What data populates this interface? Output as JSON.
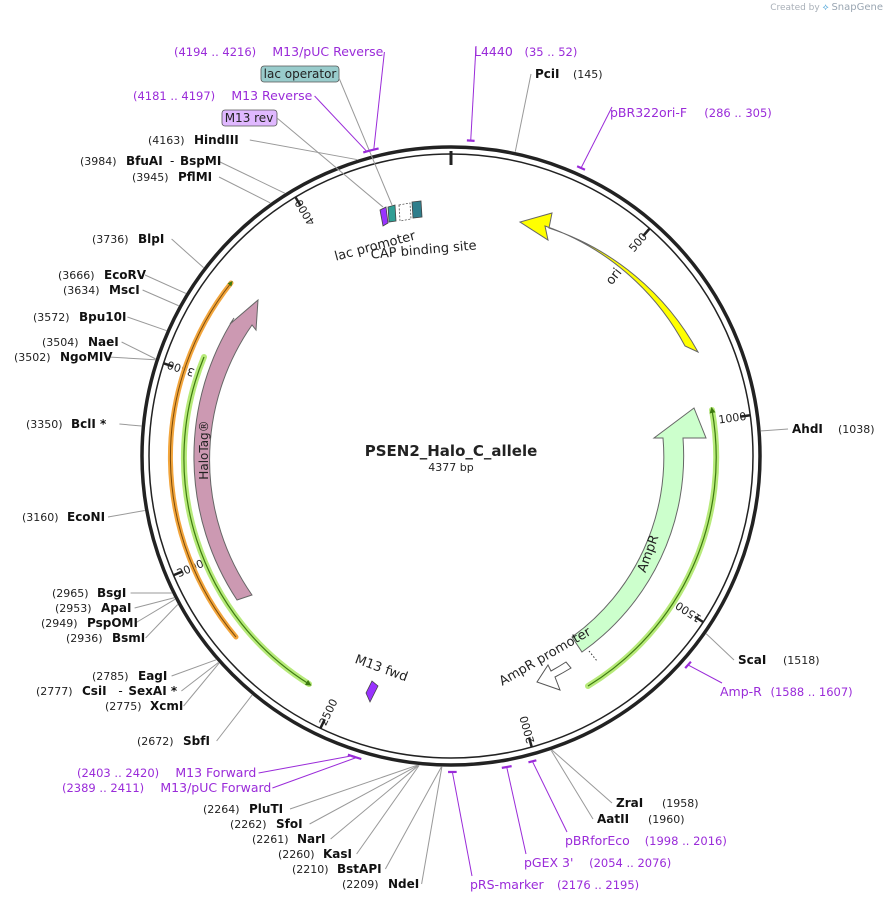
{
  "credit": {
    "prefix": "Created by",
    "brand": "SnapGene"
  },
  "map": {
    "name": "PSEN2_Halo_C_allele",
    "length": "4377 bp"
  },
  "ticks": [
    {
      "label": "500",
      "pos": 500
    },
    {
      "label": "1000",
      "pos": 1000
    },
    {
      "label": "1500",
      "pos": 1500
    },
    {
      "label": "2000",
      "pos": 2000
    },
    {
      "label": "2500",
      "pos": 2500
    },
    {
      "label": "3000",
      "pos": 3000
    },
    {
      "label": "3500",
      "pos": 3500
    },
    {
      "label": "4000",
      "pos": 4000
    }
  ],
  "enzymes": [
    {
      "name": "PciI",
      "num": "(145)",
      "pos": 145
    },
    {
      "name": "AhdI",
      "num": "(1038)",
      "pos": 1038
    },
    {
      "name": "ScaI",
      "num": "(1518)",
      "pos": 1518
    },
    {
      "name": "ZraI",
      "num": "(1958)",
      "pos": 1958
    },
    {
      "name": "AatII",
      "num": "(1960)",
      "pos": 1960
    },
    {
      "name": "NdeI",
      "num": "(2209)",
      "pos": 2209
    },
    {
      "name": "BstAPI",
      "num": "(2210)",
      "pos": 2210
    },
    {
      "name": "KasI",
      "num": "(2260)",
      "pos": 2260
    },
    {
      "name": "NarI",
      "num": "(2261)",
      "pos": 2261
    },
    {
      "name": "SfoI",
      "num": "(2262)",
      "pos": 2262
    },
    {
      "name": "PluTI",
      "num": "(2264)",
      "pos": 2264
    },
    {
      "name": "SbfI",
      "num": "(2672)",
      "pos": 2672
    },
    {
      "name": "XcmI",
      "num": "(2775)",
      "pos": 2775
    },
    {
      "name": "CsiI",
      "alt": "SexAI *",
      "num": "(2777)",
      "pos": 2777
    },
    {
      "name": "EagI",
      "num": "(2785)",
      "pos": 2785
    },
    {
      "name": "BsmI",
      "num": "(2936)",
      "pos": 2936
    },
    {
      "name": "PspOMI",
      "num": "(2949)",
      "pos": 2949
    },
    {
      "name": "ApaI",
      "num": "(2953)",
      "pos": 2953
    },
    {
      "name": "BsgI",
      "num": "(2965)",
      "pos": 2965
    },
    {
      "name": "EcoNI",
      "num": "(3160)",
      "pos": 3160
    },
    {
      "name": "BclI *",
      "num": "(3350)",
      "pos": 3350
    },
    {
      "name": "NgoMIV",
      "num": "(3502)",
      "pos": 3502
    },
    {
      "name": "NaeI",
      "num": "(3504)",
      "pos": 3504
    },
    {
      "name": "Bpu10I",
      "num": "(3572)",
      "pos": 3572
    },
    {
      "name": "MscI",
      "num": "(3634)",
      "pos": 3634
    },
    {
      "name": "EcoRV",
      "num": "(3666)",
      "pos": 3666
    },
    {
      "name": "BlpI",
      "num": "(3736)",
      "pos": 3736
    },
    {
      "name": "PflMI",
      "num": "(3945)",
      "pos": 3945
    },
    {
      "name": "BfuAI",
      "alt": "BspMI",
      "num": "(3984)",
      "pos": 3984
    },
    {
      "name": "HindIII",
      "num": "(4163)",
      "pos": 4163
    }
  ],
  "primers": [
    {
      "name": "L4440",
      "range": "(35 .. 52)",
      "start": 35,
      "end": 52
    },
    {
      "name": "pBR322ori-F",
      "range": "(286 .. 305)",
      "start": 286,
      "end": 305
    },
    {
      "name": "Amp-R",
      "range": "(1588 .. 1607)",
      "start": 1588,
      "end": 1607
    },
    {
      "name": "pBRforEco",
      "range": "(1998 .. 2016)",
      "start": 1998,
      "end": 2016
    },
    {
      "name": "pGEX 3'",
      "range": "(2054 .. 2076)",
      "start": 2054,
      "end": 2076
    },
    {
      "name": "pRS-marker",
      "range": "(2176 .. 2195)",
      "start": 2176,
      "end": 2195
    },
    {
      "name": "M13/pUC Forward",
      "range": "(2389 .. 2411)",
      "start": 2389,
      "end": 2411
    },
    {
      "name": "M13 Forward",
      "range": "(2403 .. 2420)",
      "start": 2403,
      "end": 2420
    },
    {
      "name": "M13 Reverse",
      "range": "(4181 .. 4197)",
      "start": 4181,
      "end": 4197
    },
    {
      "name": "M13/pUC Reverse",
      "range": "(4194 .. 4216)",
      "start": 4194,
      "end": 4216
    }
  ],
  "features": [
    {
      "name": "ori",
      "type": "rep_origin",
      "color": "#ffff00"
    },
    {
      "name": "AmpR",
      "type": "CDS",
      "color": "#ccffcc"
    },
    {
      "name": "AmpR promoter",
      "type": "promoter",
      "color": "#ffffff"
    },
    {
      "name": "HaloTag®",
      "type": "CDS",
      "color": "#cc99b2"
    },
    {
      "name": "M13 fwd",
      "type": "primer_bind",
      "color": "#9933ff"
    },
    {
      "name": "lac promoter",
      "type": "promoter",
      "color": "#ffffff"
    },
    {
      "name": "CAP binding site",
      "type": "protein_bind",
      "color": "#339999"
    },
    {
      "name": "lac operator",
      "type": "protein_bind",
      "color": "#99cccc"
    },
    {
      "name": "M13 rev",
      "type": "primer_bind",
      "color": "#cc99ff"
    }
  ],
  "colors": {
    "backbone": "#222222",
    "primer": "#9a2bd9",
    "orf_orange": "#f2a53c",
    "orf_green": "#8ed63a"
  }
}
